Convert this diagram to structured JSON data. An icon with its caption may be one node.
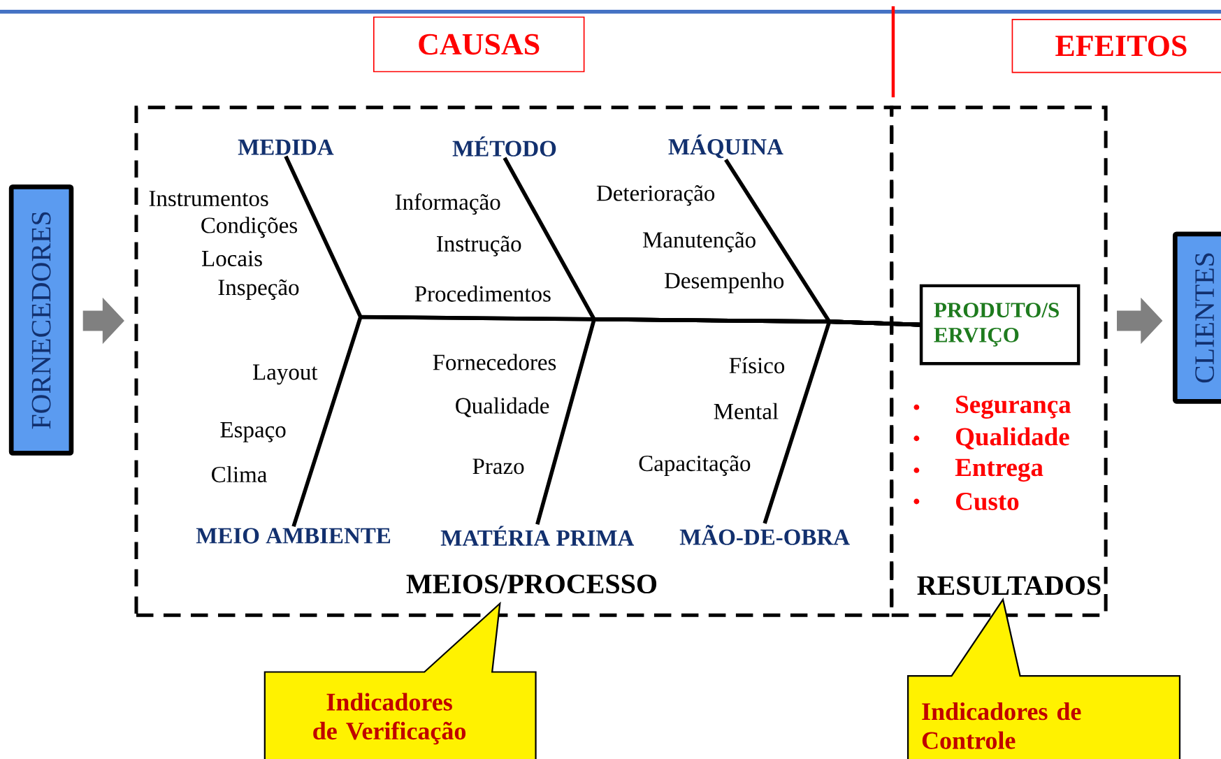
{
  "diagram": {
    "nodes": [
      {
        "text": [
          "CAUSAS"
        ]
      },
      {
        "text": [
          "EFEITOS"
        ]
      },
      {
        "text": [
          "FORNECEDORES"
        ]
      },
      {
        "text": [
          "MEIOS/PROCESSO"
        ]
      },
      {
        "text": [
          "RESULTADOS"
        ]
      },
      {
        "text": [
          "MEDIDA"
        ],
        "in": 3
      },
      {
        "text": [
          "MÉTODO"
        ],
        "in": 3
      },
      {
        "text": [
          "MÁQUINA"
        ],
        "in": 3
      },
      {
        "text": [
          "MEIO AMBIENTE"
        ],
        "in": 3
      },
      {
        "text": [
          "MATÉRIA PRIMA"
        ],
        "in": 3
      },
      {
        "text": [
          "MÃO-DE-OBRA"
        ],
        "in": 3
      },
      {
        "text": [
          "PRODUTO/S ERVIÇO"
        ],
        "in": 4
      },
      {
        "text": [
          "CLIENTES"
        ]
      },
      {
        "text": [
          "Indicadores de Verificação"
        ]
      },
      {
        "text": [
          "Indicadores de Controle"
        ]
      }
    ],
    "edges": [
      {
        "from": 2,
        "to": 3,
        "arrow": "to",
        "style": "thick",
        "color": "#808080"
      },
      {
        "from": 4,
        "to": 12,
        "arrow": "to",
        "style": "thick",
        "color": "#808080"
      },
      {
        "from": 5,
        "to": 11,
        "arrow": "none"
      },
      {
        "from": 6,
        "to": 11,
        "arrow": "none"
      },
      {
        "from": 7,
        "to": 11,
        "arrow": "none"
      },
      {
        "from": 8,
        "to": 11,
        "arrow": "none"
      },
      {
        "from": 9,
        "to": 11,
        "arrow": "none"
      },
      {
        "from": 10,
        "to": 11,
        "arrow": "none"
      }
    ],
    "labels": [
      "Instrumentos",
      "Condições",
      "Locais",
      "Inspeção",
      "Informação",
      "Instrução",
      "Procedimentos",
      "Deterioração",
      "Manutenção",
      "Desempenho",
      "Layout",
      "Fornecedores",
      "Físico",
      "Qualidade",
      "Mental",
      "Espaço",
      "Clima",
      "Prazo",
      "Capacitação",
      "Segurança",
      "Qualidade",
      "Entrega",
      "Custo"
    ]
  }
}
